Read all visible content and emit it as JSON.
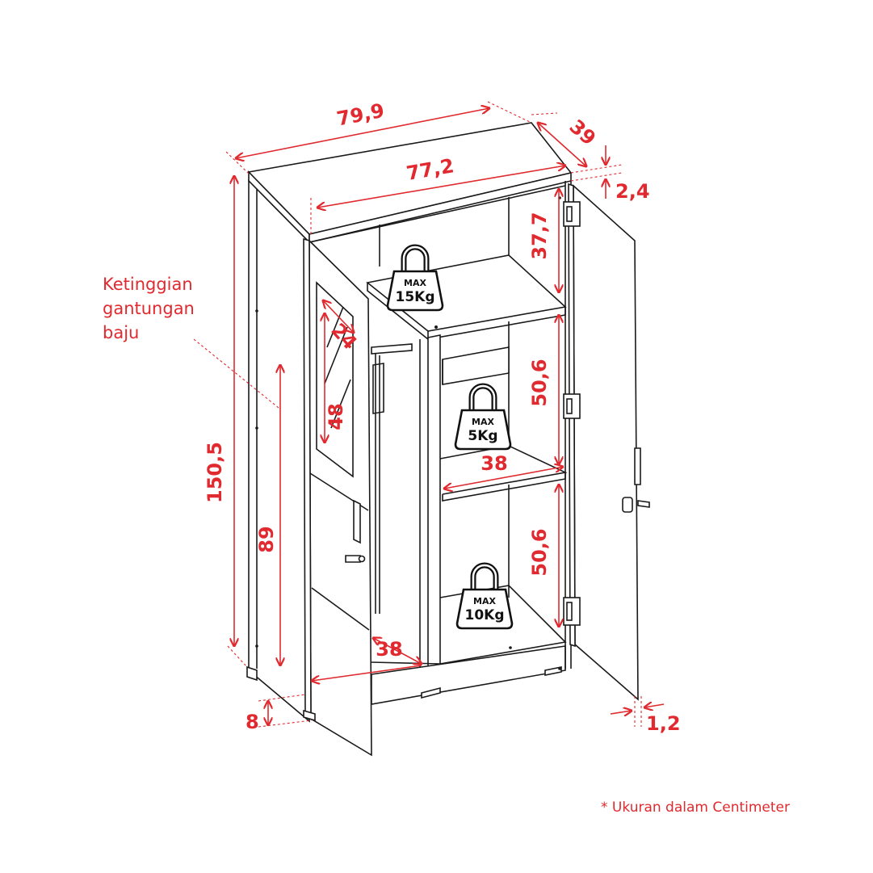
{
  "dimensions": {
    "total_width": "79,9",
    "inner_width": "77,2",
    "depth": "39",
    "top_thickness": "2,4",
    "top_compartment_height": "37,7",
    "middle_compartment_height": "50,6",
    "bottom_compartment_height": "50,6",
    "shelf_depth": "38",
    "hanging_depth": "38",
    "total_height": "150,5",
    "hanging_height": "89",
    "base_height": "8",
    "door_thickness": "1,2",
    "mirror_width": "24",
    "mirror_height": "48"
  },
  "annotation": {
    "line1": "Ketinggian",
    "line2": "gantungan",
    "line3": "baju"
  },
  "weights": [
    {
      "label": "MAX",
      "value": "15Kg"
    },
    {
      "label": "MAX",
      "value": "5Kg"
    },
    {
      "label": "MAX",
      "value": "10Kg"
    }
  ],
  "footnote": "* Ukuran dalam Centimeter",
  "colors": {
    "dimension": "#e02a2f",
    "outline": "#1a1a1a",
    "background": "#ffffff"
  },
  "icons": [
    "weight-icon",
    "hinge-icon",
    "door-handle-icon",
    "lock-icon",
    "mirror-icon"
  ]
}
